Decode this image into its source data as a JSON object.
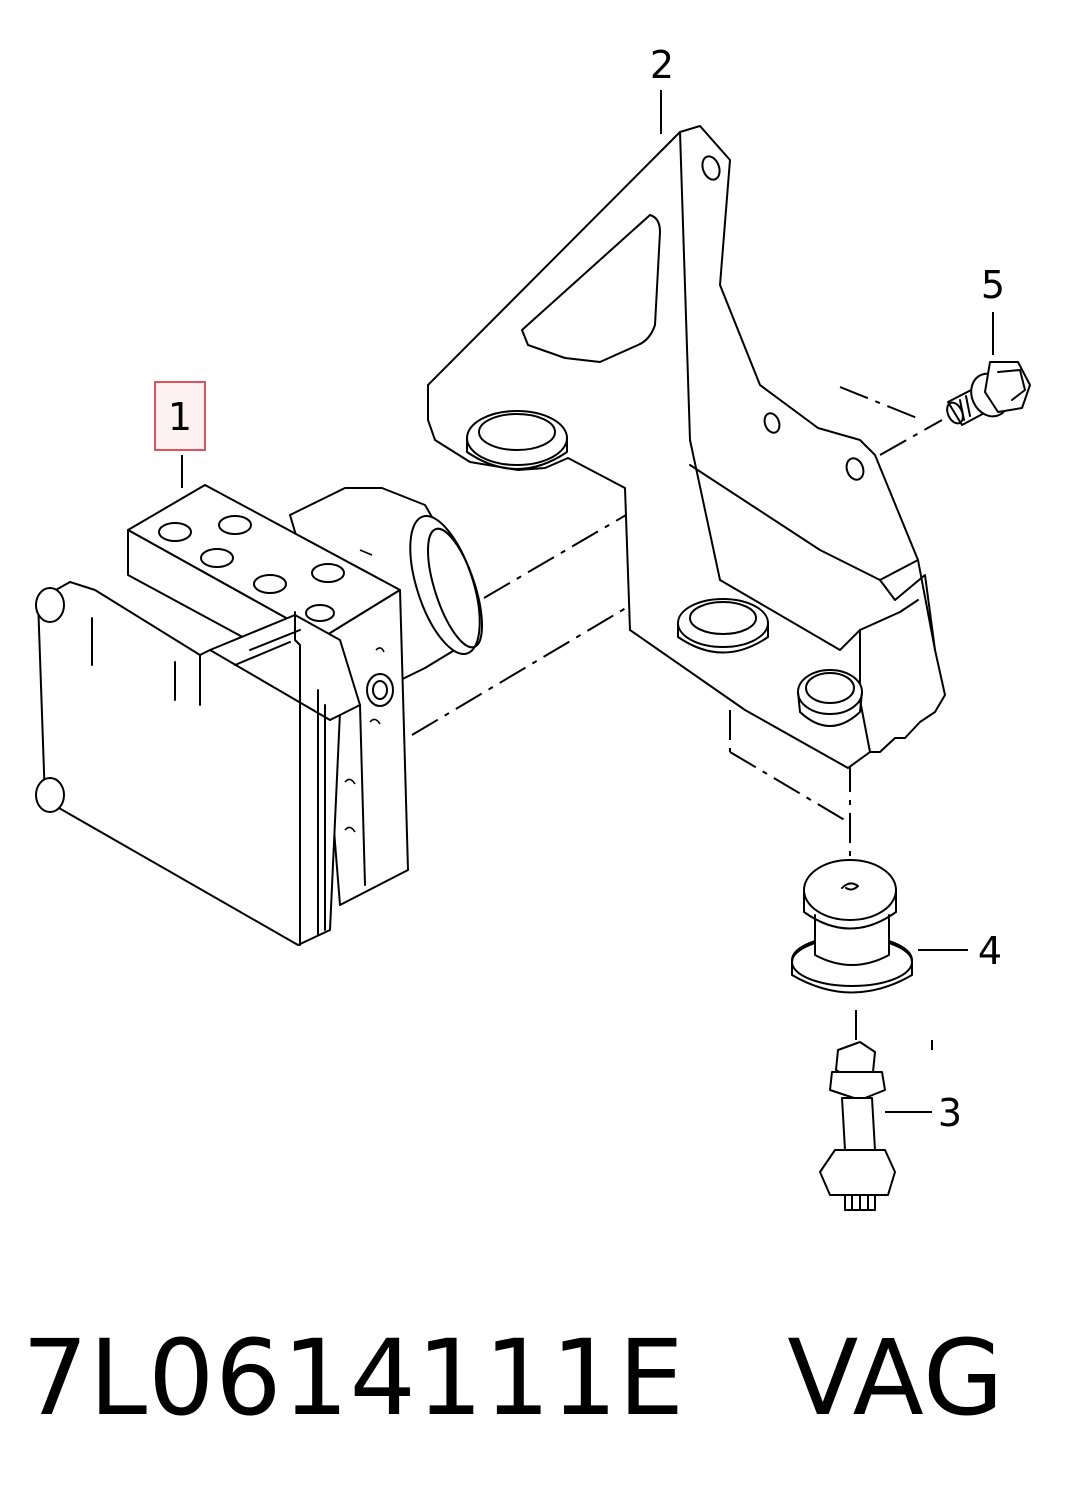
{
  "callouts": {
    "c1": "1",
    "c2": "2",
    "c3": "3",
    "c4": "4",
    "c5": "5"
  },
  "caption": {
    "part_number": "7L0614111E",
    "brand": "VAG"
  },
  "colors": {
    "line": "#000000",
    "background": "#ffffff",
    "highlight_box": "#e0505e"
  }
}
